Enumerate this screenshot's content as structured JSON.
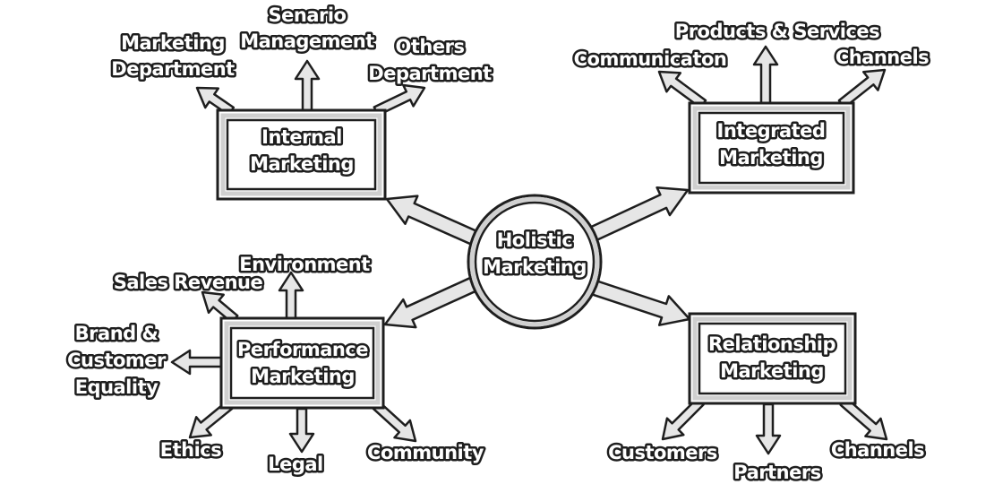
{
  "center": {
    "line1": "Holistic",
    "line2": "Marketing"
  },
  "internal": {
    "title1": "Internal",
    "title2": "Marketing",
    "items": {
      "senario1": "Senario",
      "senario2": "Management",
      "marketing1": "Marketing",
      "marketing2": "Department",
      "others1": "Others",
      "others2": "Department"
    }
  },
  "integrated": {
    "title1": "Integrated",
    "title2": "Marketing",
    "items": {
      "products": "Products & Services",
      "communication": "Communicaton",
      "channels": "Channels"
    }
  },
  "performance": {
    "title1": "Performance",
    "title2": "Marketing",
    "items": {
      "environment": "Environment",
      "sales": "Sales Revenue",
      "brand1": "Brand &",
      "brand2": "Customer",
      "brand3": "Equality",
      "ethics": "Ethics",
      "legal": "Legal",
      "community": "Community"
    }
  },
  "relationship": {
    "title1": "Relationship",
    "title2": "Marketing",
    "items": {
      "customers": "Customers",
      "partners": "Partners",
      "channels": "Channels"
    }
  }
}
